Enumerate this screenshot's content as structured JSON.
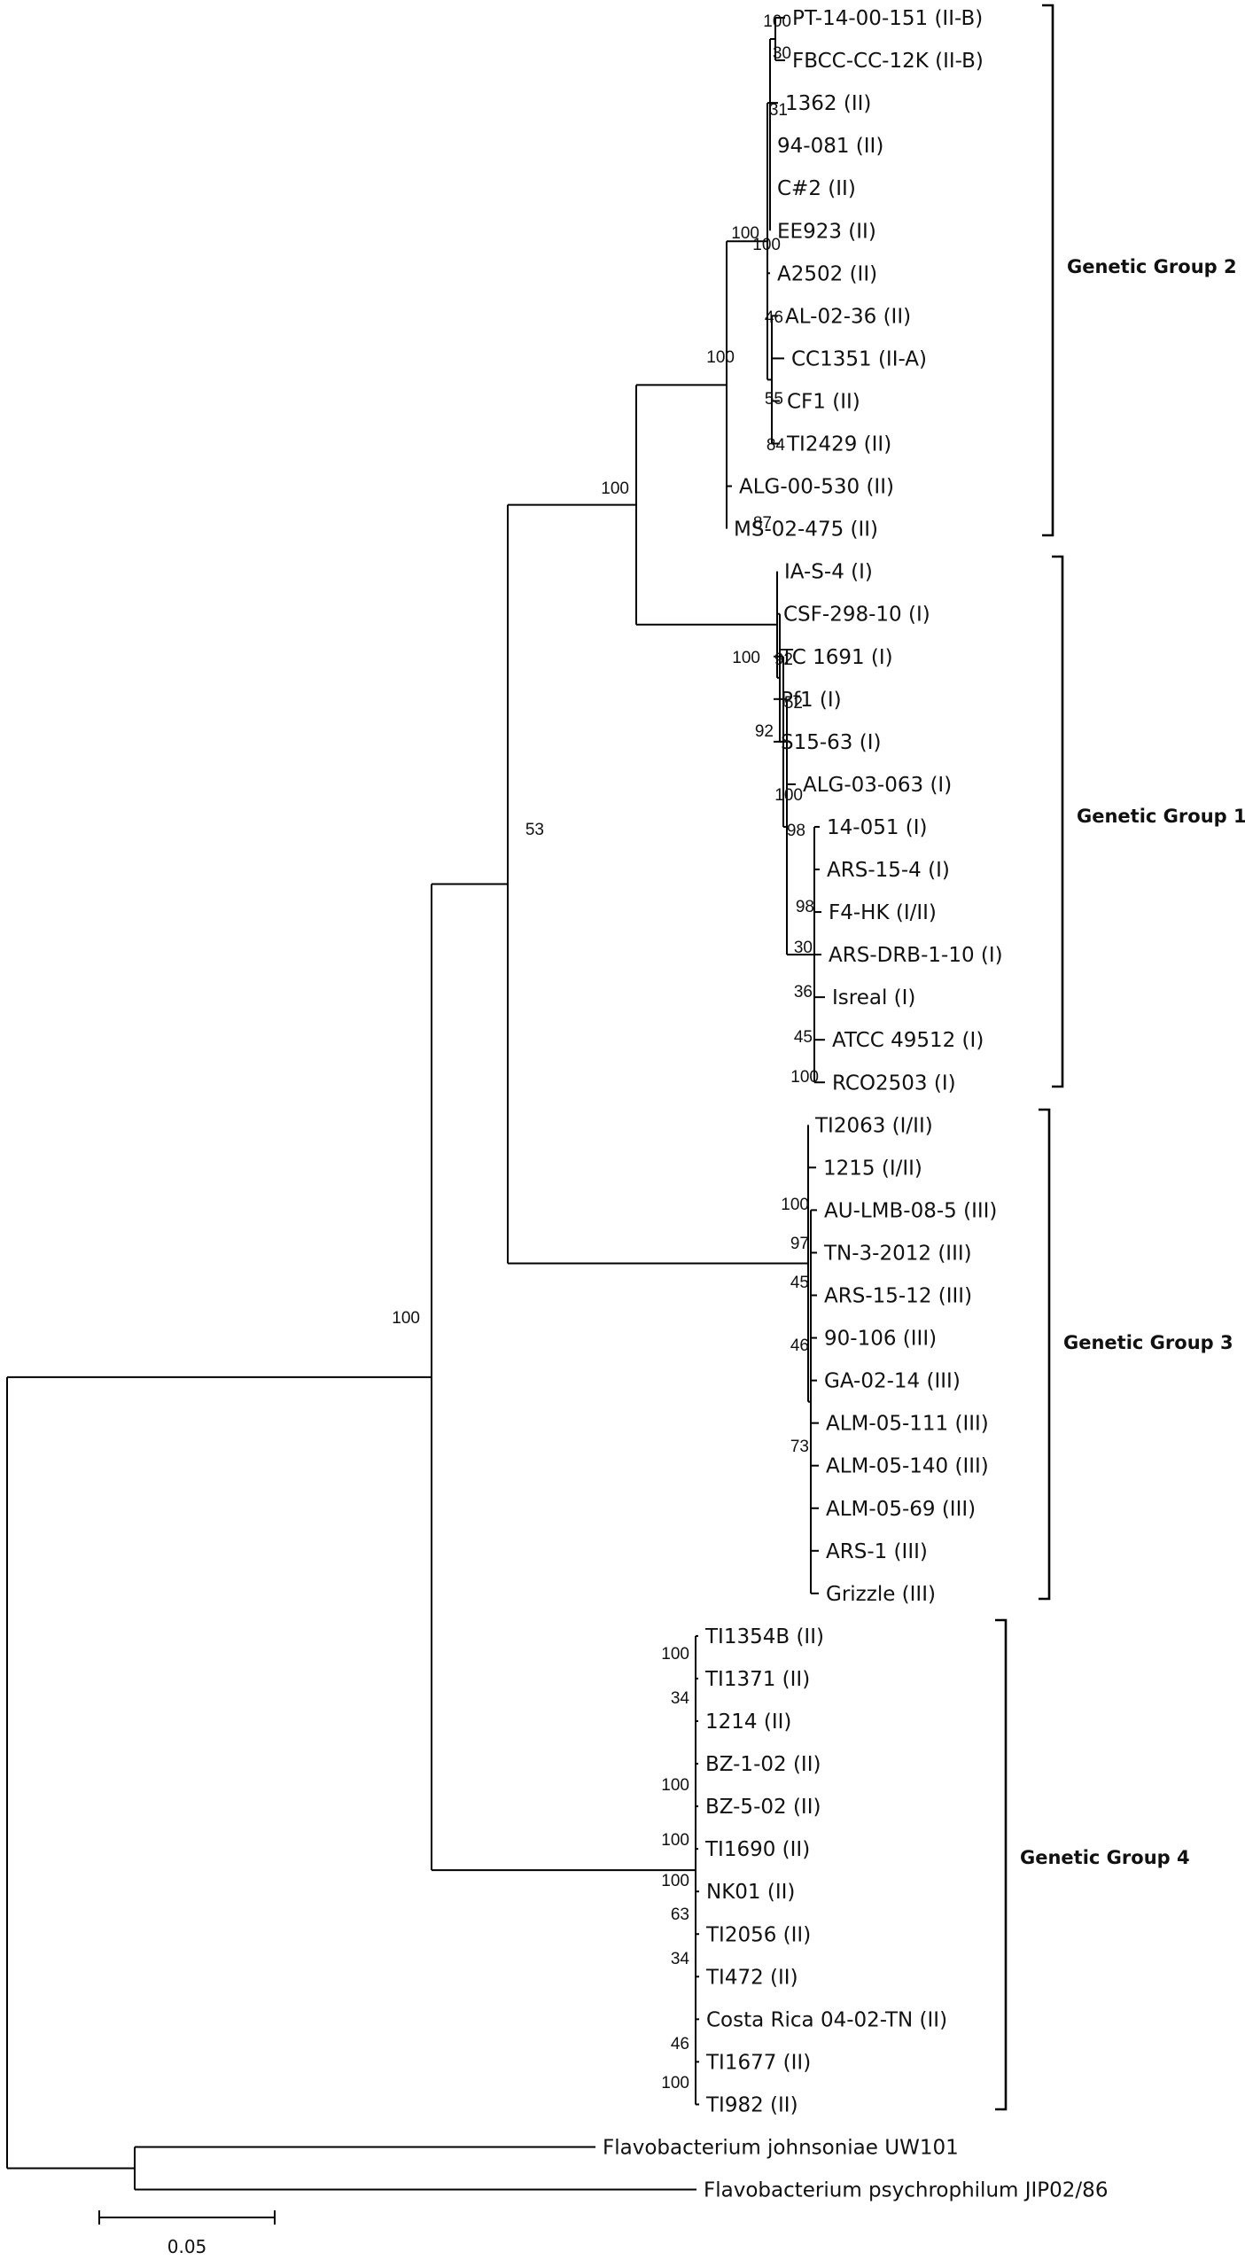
{
  "tree": {
    "leaves": [
      "PT-14-00-151 (II-B)",
      "FBCC-CC-12K (II-B)",
      "1362 (II)",
      "94-081 (II)",
      "C#2 (II)",
      "EE923 (II)",
      "A2502 (II)",
      "AL-02-36 (II)",
      "CC1351 (II-A)",
      "CF1 (II)",
      "TI2429 (II)",
      "ALG-00-530 (II)",
      "MS-02-475 (II)",
      "IA-S-4 (I)",
      "CSF-298-10 (I)",
      "TC 1691 (I)",
      "Pf1 (I)",
      "S15-63 (I)",
      "ALG-03-063 (I)",
      "14-051 (I)",
      "ARS-15-4 (I)",
      "F4-HK (I/II)",
      "ARS-DRB-1-10 (I)",
      "Isreal (I)",
      "ATCC 49512 (I)",
      "RCO2503 (I)",
      "TI2063 (I/II)",
      "1215 (I/II)",
      "AU-LMB-08-5 (III)",
      "TN-3-2012 (III)",
      "ARS-15-12 (III)",
      "90-106 (III)",
      "GA-02-14 (III)",
      "ALM-05-111 (III)",
      "ALM-05-140 (III)",
      "ALM-05-69 (III)",
      "ARS-1 (III)",
      "Grizzle (III)",
      "TI1354B (II)",
      "TI1371 (II)",
      "1214 (II)",
      "BZ-1-02 (II)",
      "BZ-5-02 (II)",
      "TI1690 (II)",
      "NK01 (II)",
      "TI2056 (II)",
      "TI472 (II)",
      "Costa Rica 04-02-TN (II)",
      "TI1677 (II)",
      "TI982 (II)",
      "Flavobacterium johnsoniae UW101",
      "Flavobacterium psychrophilum JIP02/86"
    ],
    "bootstrap": [
      "100",
      "30",
      "31",
      "100",
      "100",
      "46",
      "55",
      "84",
      "87",
      "100",
      "100",
      "100",
      "92",
      "52",
      "92",
      "100",
      "98",
      "98",
      "30",
      "36",
      "45",
      "100",
      "53",
      "100",
      "97",
      "45",
      "46",
      "73",
      "100",
      "100",
      "34",
      "100",
      "100",
      "100",
      "63",
      "34",
      "46",
      "100"
    ],
    "groups": [
      "Genetic Group 2",
      "Genetic Group 1",
      "Genetic Group 3",
      "Genetic Group 4"
    ],
    "scale_label": "0.05"
  }
}
